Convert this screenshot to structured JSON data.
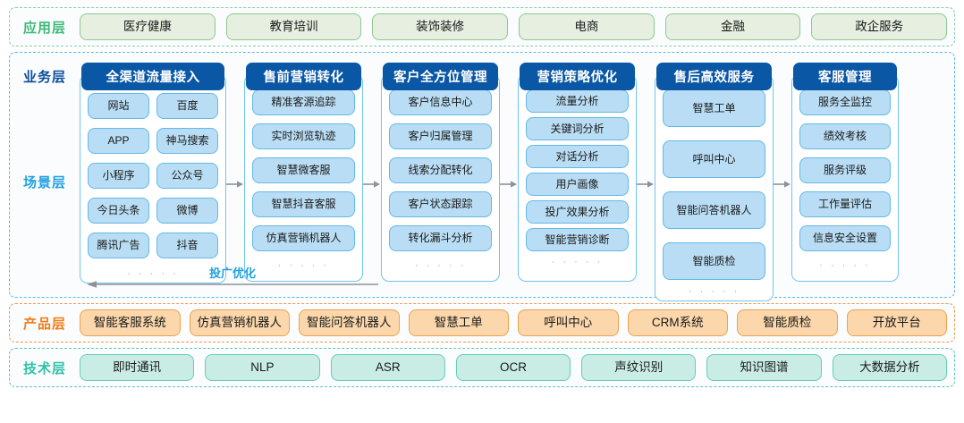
{
  "layers": {
    "application": {
      "label": "应用层",
      "accent": "#3cb878",
      "items": [
        {
          "label": "医疗健康"
        },
        {
          "label": "教育培训"
        },
        {
          "label": "装饰装修"
        },
        {
          "label": "电商"
        },
        {
          "label": "金融"
        },
        {
          "label": "政企服务"
        }
      ]
    },
    "business": {
      "label": "业务层",
      "accent": "#0a4e9b",
      "scene_label": "场景层",
      "scene_accent": "#21a0e0",
      "back_flow_label": "投广优化",
      "columns": [
        {
          "title": "全渠道流量接入",
          "layout": "grid",
          "items": [
            "网站",
            "百度",
            "APP",
            "神马搜索",
            "小程序",
            "公众号",
            "今日头条",
            "微博",
            "腾讯广告",
            "抖音"
          ],
          "more": "· · · · ·"
        },
        {
          "title": "售前营销转化",
          "layout": "list",
          "items": [
            "精准客源追踪",
            "实时浏览轨迹",
            "智慧微客服",
            "智慧抖音客服",
            "仿真营销机器人"
          ],
          "more": "· · · · ·"
        },
        {
          "title": "客户全方位管理",
          "layout": "list",
          "items": [
            "客户信息中心",
            "客户归属管理",
            "线索分配转化",
            "客户状态跟踪",
            "转化漏斗分析"
          ],
          "more": "· · · · ·"
        },
        {
          "title": "营销策略优化",
          "layout": "list-compact",
          "items": [
            "流量分析",
            "关键词分析",
            "对话分析",
            "用户画像",
            "投广效果分析",
            "智能营销诊断"
          ],
          "more": "· · · · ·"
        },
        {
          "title": "售后高效服务",
          "layout": "list-tall",
          "items": [
            "智慧工单",
            "呼叫中心",
            "智能问答机器人",
            "智能质检"
          ],
          "more": "· · · · ·"
        },
        {
          "title": "客服管理",
          "layout": "list",
          "items": [
            "服务全监控",
            "绩效考核",
            "服务评级",
            "工作量评估",
            "信息安全设置"
          ],
          "more": "· · · · ·"
        }
      ]
    },
    "product": {
      "label": "产品层",
      "accent": "#ef7d17",
      "items": [
        {
          "label": "智能客服系统"
        },
        {
          "label": "仿真营销机器人"
        },
        {
          "label": "智能问答机器人"
        },
        {
          "label": "智慧工单"
        },
        {
          "label": "呼叫中心"
        },
        {
          "label": "CRM系统"
        },
        {
          "label": "智能质检"
        },
        {
          "label": "开放平台"
        }
      ]
    },
    "technology": {
      "label": "技术层",
      "accent": "#2fc0a8",
      "items": [
        {
          "label": "即时通讯"
        },
        {
          "label": "NLP"
        },
        {
          "label": "ASR"
        },
        {
          "label": "OCR"
        },
        {
          "label": "声纹识别"
        },
        {
          "label": "知识图谱"
        },
        {
          "label": "大数据分析"
        }
      ]
    }
  }
}
